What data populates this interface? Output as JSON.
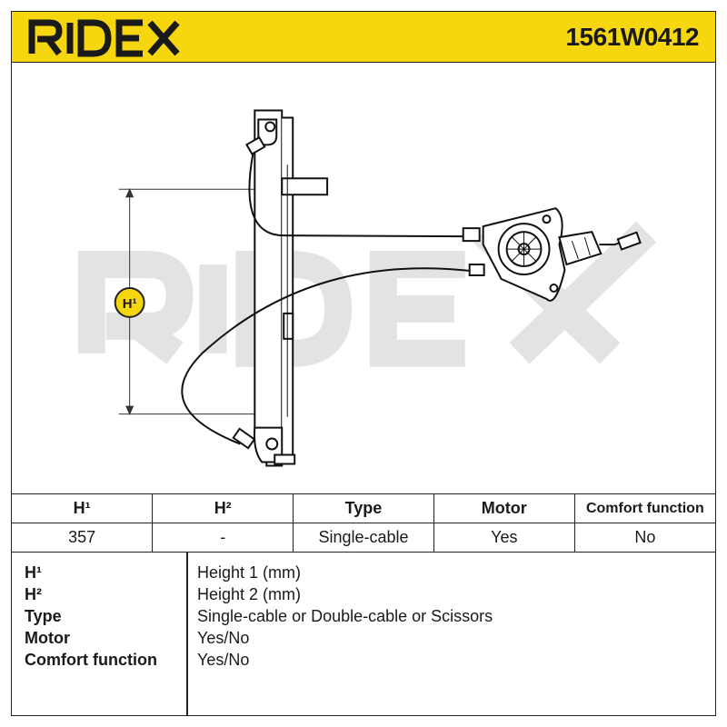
{
  "header": {
    "brand": "RIDEX",
    "part_number": "1561W0412",
    "accent_color": "#f6d60f"
  },
  "drawing": {
    "watermark": "RIDEX",
    "dimension_badge": "H¹",
    "icon": "window-regulator-diagram"
  },
  "specs": {
    "headers": [
      "H¹",
      "H²",
      "Type",
      "Motor",
      "Comfort function"
    ],
    "values": [
      "357",
      "-",
      "Single-cable",
      "Yes",
      "No"
    ]
  },
  "legend": {
    "items": [
      {
        "key": "H¹",
        "value": "Height 1 (mm)"
      },
      {
        "key": "H²",
        "value": "Height 2 (mm)"
      },
      {
        "key": "Type",
        "value": "Single-cable or Double-cable or Scissors"
      },
      {
        "key": "Motor",
        "value": "Yes/No"
      },
      {
        "key": "Comfort function",
        "value": "Yes/No"
      }
    ]
  }
}
